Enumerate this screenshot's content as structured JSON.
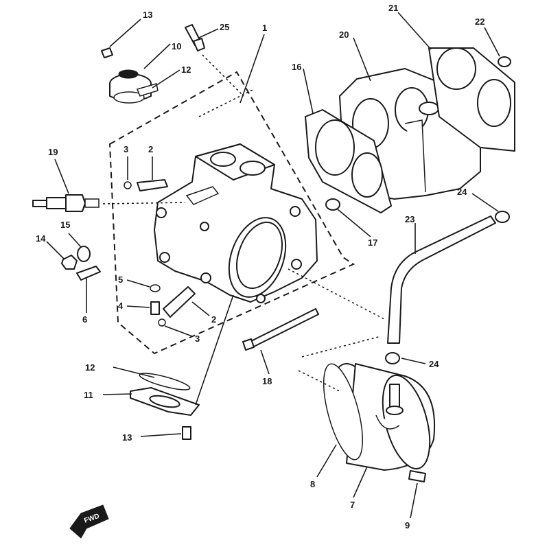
{
  "callouts": {
    "c1": "1",
    "c2a": "2",
    "c2b": "2",
    "c3a": "3",
    "c3b": "3",
    "c4": "4",
    "c5": "5",
    "c6": "6",
    "c7": "7",
    "c8": "8",
    "c9": "9",
    "c10": "10",
    "c11": "11",
    "c12a": "12",
    "c12b": "12",
    "c13a": "13",
    "c13b": "13",
    "c14": "14",
    "c15": "15",
    "c16": "16",
    "c17": "17",
    "c18": "18",
    "c19": "19",
    "c20": "20",
    "c21": "21",
    "c22": "22",
    "c23": "23",
    "c24a": "24",
    "c24b": "24",
    "c25": "25"
  },
  "fwd_badge": "FWD",
  "colors": {
    "ink": "#1a1a1a",
    "paper": "#ffffff"
  }
}
